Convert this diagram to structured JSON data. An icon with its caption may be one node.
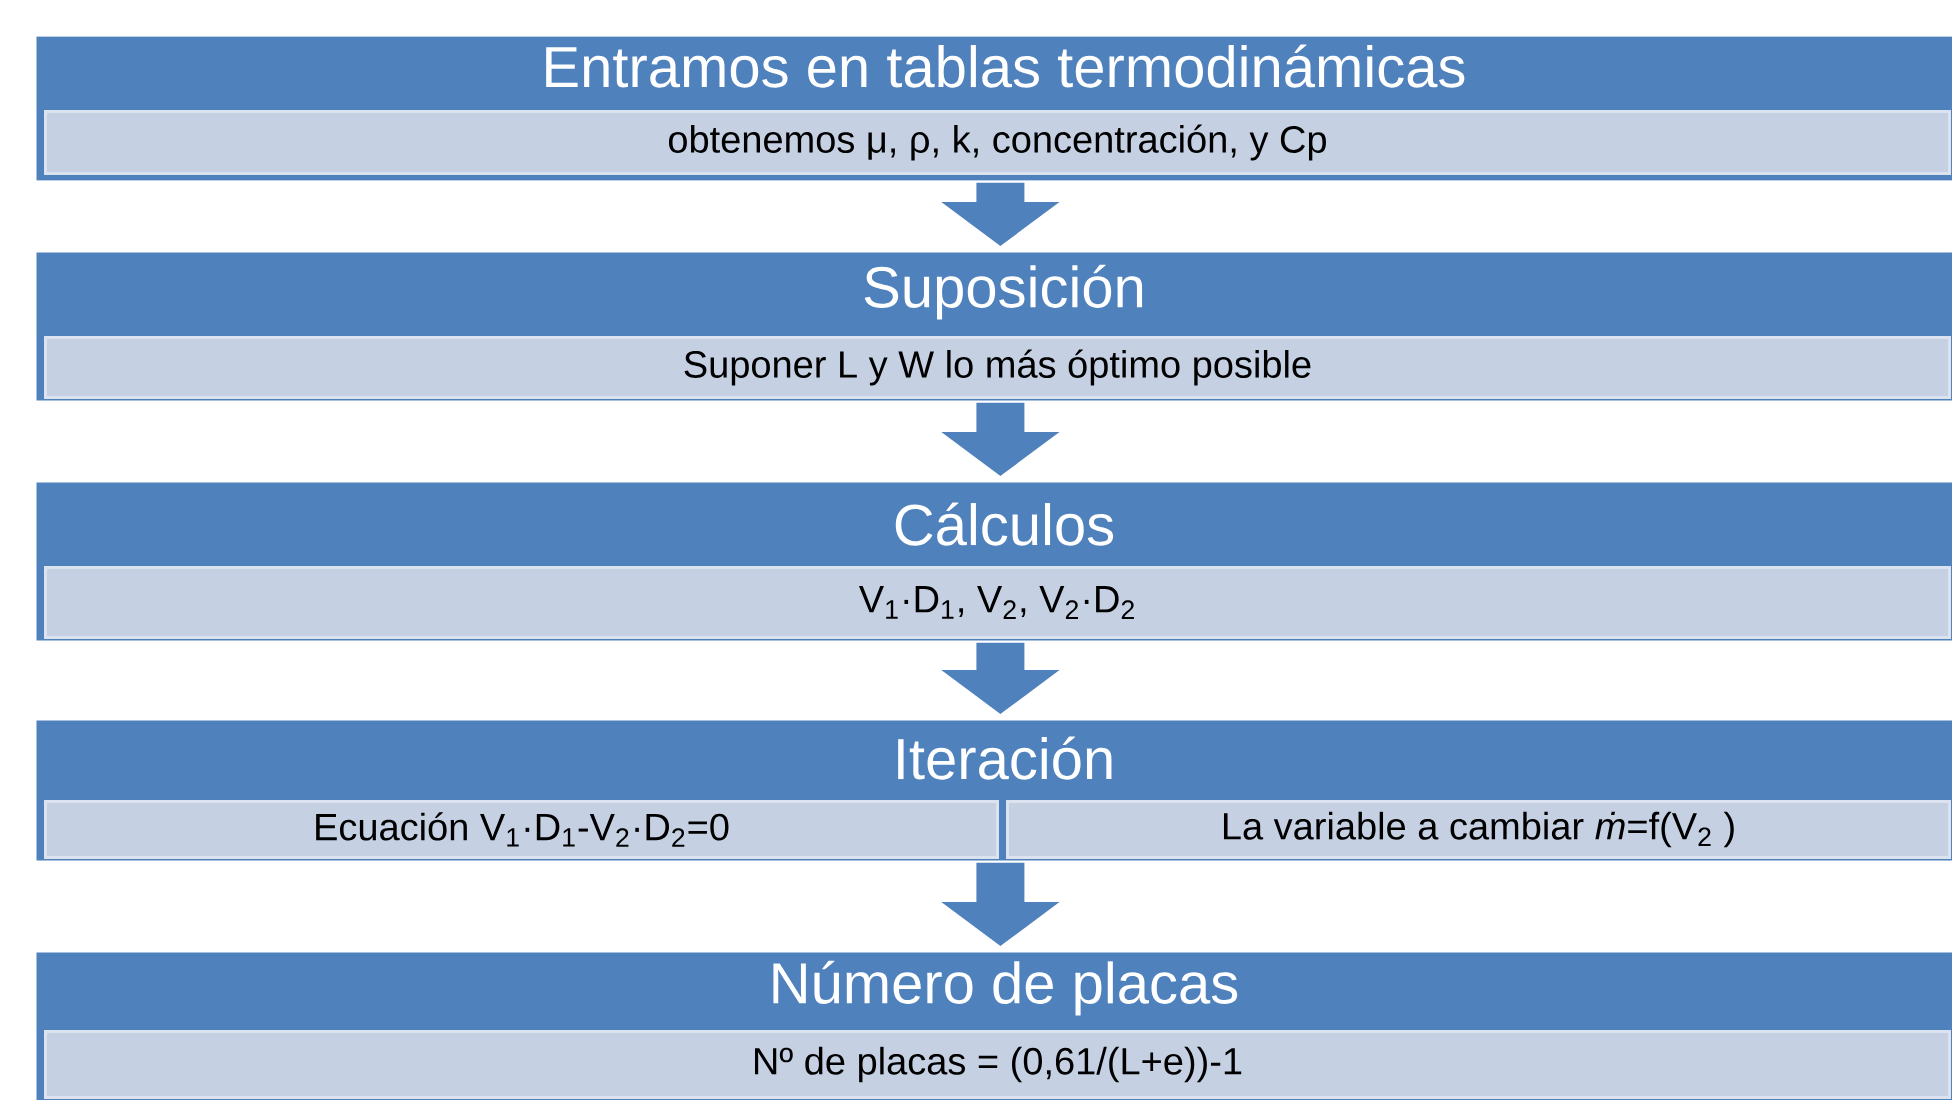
{
  "diagram": {
    "nodes": [
      {
        "text": [
          "Entramos en tablas termodinámicas"
        ]
      },
      {
        "text": [
          "obtenemos μ, ρ, k, concentración, y Cp"
        ],
        "in": 0
      },
      {
        "text": [
          "Suposición"
        ]
      },
      {
        "text": [
          "Suponer L y W lo más óptimo posible"
        ],
        "in": 2
      },
      {
        "text": [
          "Cálculos"
        ]
      },
      {
        "text": [
          "V$_{1}$·D$_{1}$, V$_{2}$, V$_{2}$·D$_{2}$"
        ],
        "in": 4
      },
      {
        "text": [
          "Iteración"
        ]
      },
      {
        "text": [
          "Ecuación V$_{1}$·D$_{1}$-V$_{2}$·D$_{2}$=0"
        ],
        "in": 6
      },
      {
        "text": [
          "La variable a cambiar *ṁ*=f(V$_{2}$ )"
        ],
        "in": 6
      },
      {
        "text": [
          "Número de placas"
        ]
      },
      {
        "text": [
          "Nº de placas = (0,61/(L+e))-1"
        ],
        "in": 9
      }
    ],
    "edges": [
      {
        "from": 0,
        "to": 2,
        "arrow": "to"
      },
      {
        "from": 2,
        "to": 4,
        "arrow": "to"
      },
      {
        "from": 4,
        "to": 6,
        "arrow": "to"
      },
      {
        "from": 6,
        "to": 9,
        "arrow": "to"
      }
    ]
  }
}
